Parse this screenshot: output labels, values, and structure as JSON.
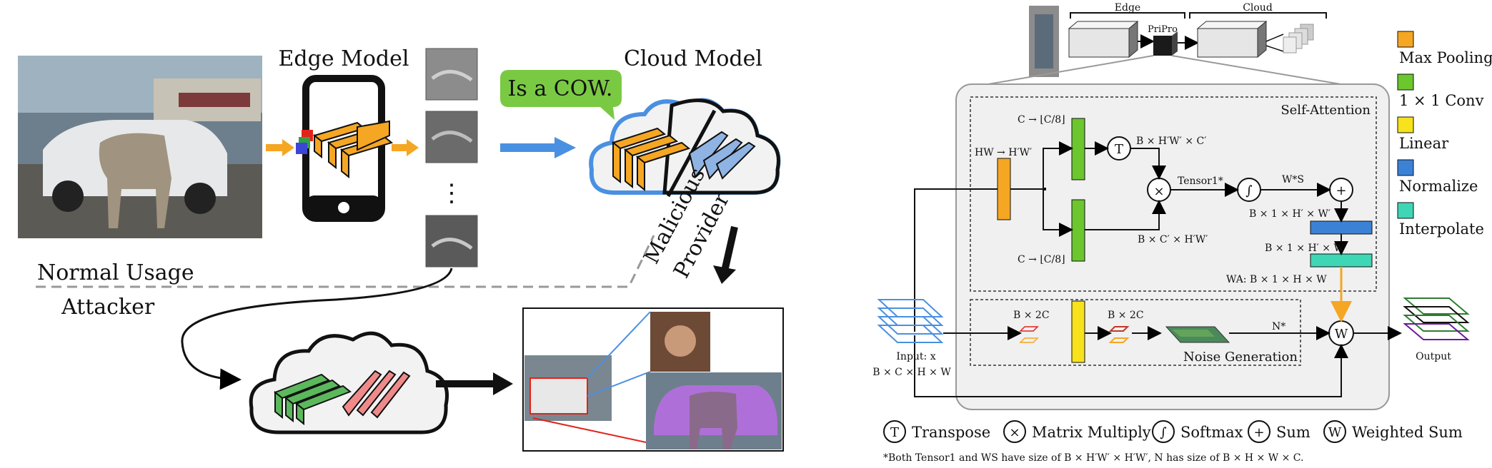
{
  "left_panel": {
    "edge_model_label": "Edge Model",
    "cloud_model_label": "Cloud Model",
    "speech_bubble_text": "Is a COW.",
    "malicious_provider_line1": "Malicious",
    "malicious_provider_line2": "Provider",
    "normal_usage_label": "Normal Usage",
    "attacker_label": "Attacker",
    "ellipsis": "⋮"
  },
  "right_panel": {
    "edge_label": "Edge",
    "cloud_label": "Cloud",
    "pripro_label": "PriPro",
    "self_attention_label": "Self-Attention",
    "noise_generation_label": "Noise Generation",
    "c_to_c8_top": "C → ⌊C/8⌋",
    "c_to_c8_bottom": "C → ⌊C/8⌋",
    "hw_to_hw": "HW → H′W′",
    "top_shape": "B × H′W′ × C′",
    "bottom_shape": "B × C′ × H′W′",
    "tensor1": "Tensor1*",
    "ws_star": "W*S",
    "shape_after_sum": "B × 1 × H′ × W′",
    "shape_after_norm": "B × 1 × H′ × W′",
    "wa_shape": "WA: B × 1 × H × W",
    "b2c_1": "B × 2C",
    "b2c_2": "B × 2C",
    "n_star": "N*",
    "input_label": "Input: x",
    "input_shape": "B × C × H × W",
    "output_label": "Output",
    "op_transpose": "T",
    "op_matmul": "×",
    "op_softmax": "∫",
    "op_sum": "+",
    "op_weighted": "W"
  },
  "legend": [
    {
      "label": "Max Pooling",
      "color": "#f5a623"
    },
    {
      "label": "1 × 1 Conv",
      "color": "#6cc62e"
    },
    {
      "label": "Linear",
      "color": "#f7e21b"
    },
    {
      "label": "Normalize",
      "color": "#3b82d6"
    },
    {
      "label": "Interpolate",
      "color": "#3ed6b5"
    }
  ],
  "bottom_legend": {
    "transpose": "Transpose",
    "matmul": "Matrix Multiply",
    "softmax": "Softmax",
    "sum": "Sum",
    "weighted_sum": "Weighted Sum"
  },
  "footnote": "*Both Tensor1 and WS have size of B × H′W′ × H′W′, N has size of B × H × W × C."
}
